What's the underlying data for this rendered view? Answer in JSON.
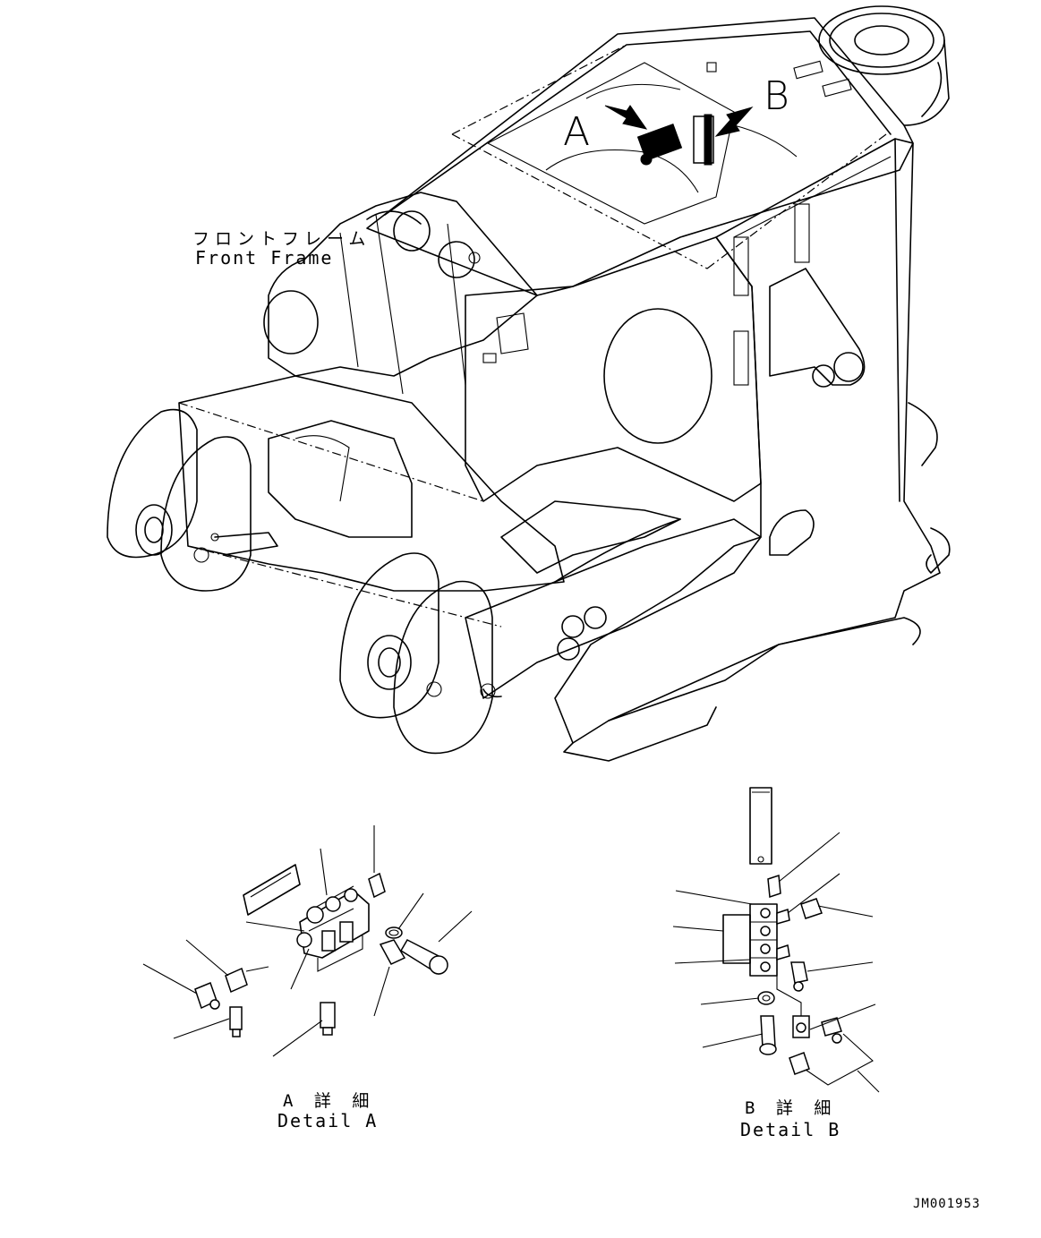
{
  "view_labels": {
    "a": "A",
    "b": "B"
  },
  "front_frame": {
    "jp": "フロントフレーム",
    "en": "Front Frame"
  },
  "detail_a": {
    "jp": "A 詳 細",
    "en": "Detail A"
  },
  "detail_b": {
    "jp": "B 詳 細",
    "en": "Detail B"
  },
  "drawing_code": "JM001953"
}
